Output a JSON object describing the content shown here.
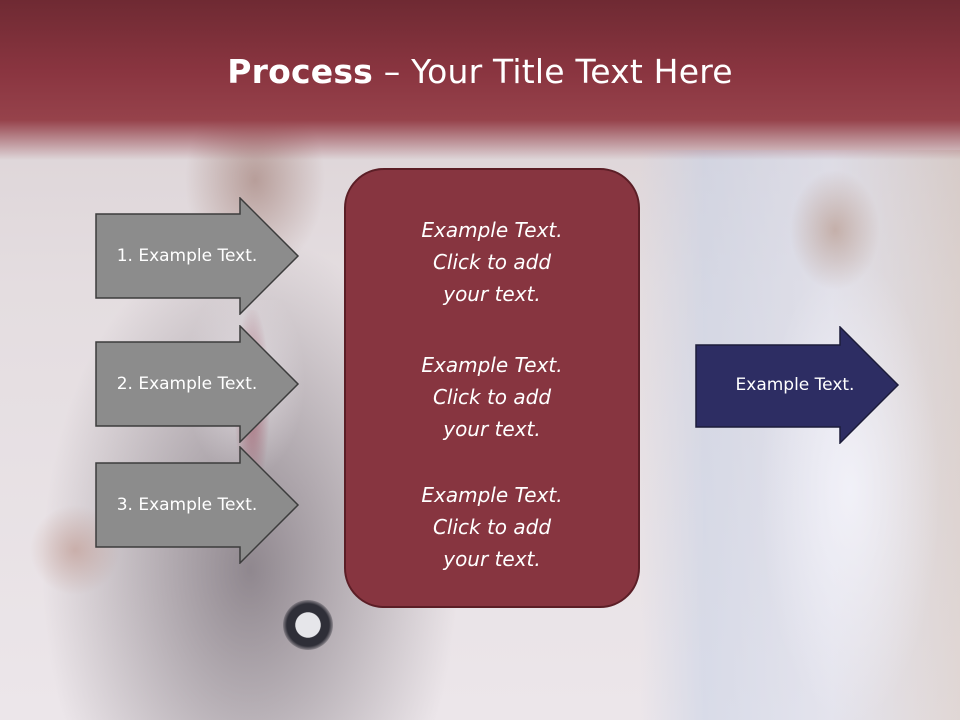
{
  "title": {
    "bold": "Process",
    "rest": " – Your Title Text Here"
  },
  "left_steps": [
    {
      "label": "1. Example Text."
    },
    {
      "label": "2. Example Text."
    },
    {
      "label": "3. Example Text."
    }
  ],
  "center_items": [
    {
      "line1": "Example Text.",
      "line2": "Click  to add",
      "line3": "your text."
    },
    {
      "line1": "Example Text.",
      "line2": "Click  to add",
      "line3": "your text."
    },
    {
      "line1": "Example Text.",
      "line2": "Click  to add",
      "line3": "your text."
    }
  ],
  "result": {
    "label": "Example Text."
  },
  "colors": {
    "title_band": "#8a3540",
    "center_box": "#873540",
    "step_arrow": "#8c8c8c",
    "result_arrow": "#2d2d63"
  }
}
